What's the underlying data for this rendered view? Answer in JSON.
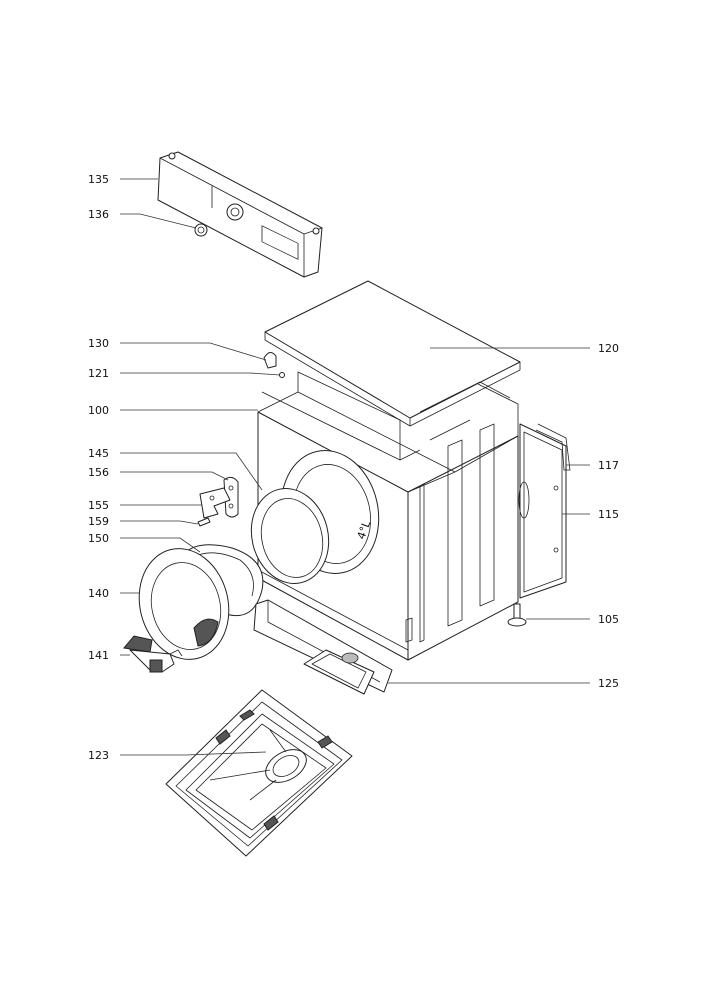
{
  "callouts": [
    {
      "id": "c135",
      "text": "135"
    },
    {
      "id": "c136",
      "text": "136"
    },
    {
      "id": "c130",
      "text": "130"
    },
    {
      "id": "c121",
      "text": "121"
    },
    {
      "id": "c100",
      "text": "100"
    },
    {
      "id": "c145",
      "text": "145"
    },
    {
      "id": "c156",
      "text": "156"
    },
    {
      "id": "c155",
      "text": "155"
    },
    {
      "id": "c159",
      "text": "159"
    },
    {
      "id": "c150",
      "text": "150"
    },
    {
      "id": "c140",
      "text": "140"
    },
    {
      "id": "c141",
      "text": "141"
    },
    {
      "id": "c123",
      "text": "123"
    },
    {
      "id": "c120",
      "text": "120"
    },
    {
      "id": "c117",
      "text": "117"
    },
    {
      "id": "c115",
      "text": "115"
    },
    {
      "id": "c105",
      "text": "105"
    },
    {
      "id": "c125",
      "text": "125"
    }
  ]
}
